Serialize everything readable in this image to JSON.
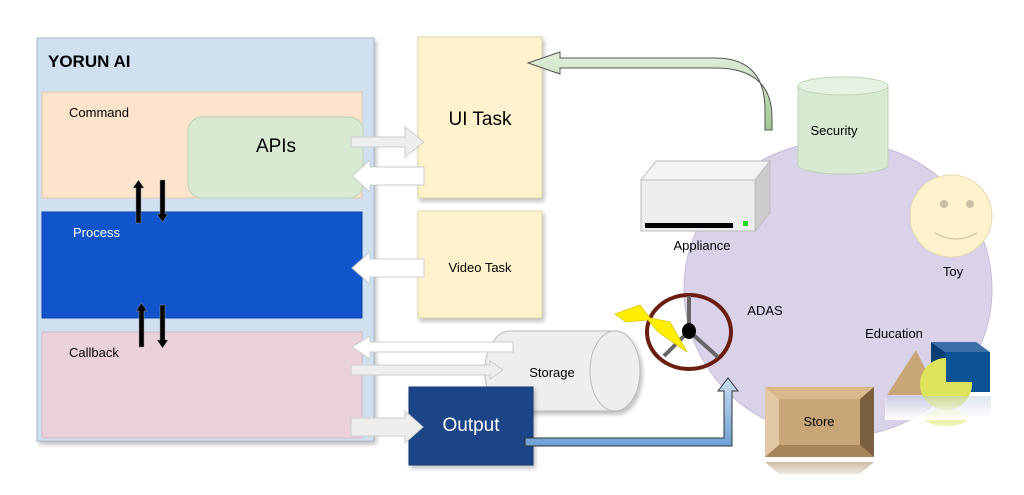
{
  "diagram": {
    "platform": {
      "title": "YORUN AI",
      "layers": {
        "command": "Command",
        "apis": "APIs",
        "process": "Process",
        "callback": "Callback"
      }
    },
    "tasks": {
      "ui_task": "UI Task",
      "video_task": "Video Task",
      "storage": "Storage",
      "output": "Output"
    },
    "applications": {
      "security": "Security",
      "appliance": "Appliance",
      "toy": "Toy",
      "adas": "ADAS",
      "education": "Education",
      "store": "Store"
    },
    "colors": {
      "platform_bg": "#cfe0f1",
      "command_bg": "#fce3cc",
      "apis_bg": "#d9ead3",
      "process_bg": "#1155cc",
      "callback_bg": "#ead1dc",
      "task_bg": "#fff2cc",
      "output_bg": "#1c4587",
      "circle_bg": "#d9d2e9"
    }
  }
}
